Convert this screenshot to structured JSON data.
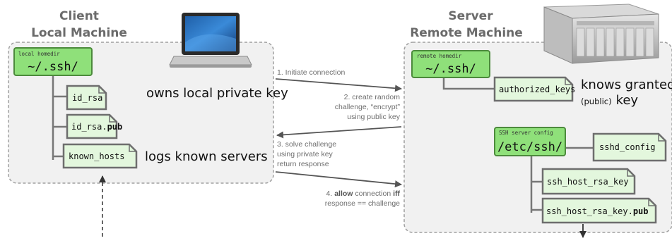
{
  "client": {
    "title_line1": "Client",
    "title_line2": "Local Machine",
    "homedir_caption": "local homedir",
    "homedir_path": "~/.ssh/",
    "files": [
      {
        "name": "id_rsa",
        "bold": ""
      },
      {
        "name": "id_rsa.",
        "bold": "pub"
      },
      {
        "name": "known_hosts",
        "bold": ""
      }
    ],
    "annot_private_key": "owns local private key",
    "annot_known_servers": "logs known servers"
  },
  "server": {
    "title_line1": "Server",
    "title_line2": "Remote Machine",
    "homedir_caption": "remote homedir",
    "homedir_path": "~/.ssh/",
    "authorized_keys": "authorized_keys",
    "annot_knows_granted": "knows granted",
    "annot_public": "(public)",
    "annot_key": "key",
    "config_caption": "SSH server config",
    "config_path": "/etc/ssh/",
    "sshd_config": "sshd_config",
    "host_key": "ssh_host_rsa_key",
    "host_key_pub_name": "ssh_host_rsa_key.",
    "host_key_pub_bold": "pub"
  },
  "steps": {
    "s1": "1. Initiate connection",
    "s2_l1": "2. create random",
    "s2_l2": "challenge, “encrypt”",
    "s2_l3": "using public key",
    "s3_l1": "3. solve challenge",
    "s3_l2": "using private key",
    "s3_l3": "return response",
    "s4_num": "4. ",
    "s4_allow": "allow",
    "s4_mid": " connection ",
    "s4_iff": "iff",
    "s4_l2": "response == challenge"
  },
  "colors": {
    "file_fill": "#e3f7dd",
    "file_stroke": "#6e6e6e",
    "dir_fill": "#8fe07a",
    "dir_stroke": "#4c8a3c",
    "panel_fill": "#f1f1f1",
    "panel_stroke": "#a0a0a0"
  }
}
